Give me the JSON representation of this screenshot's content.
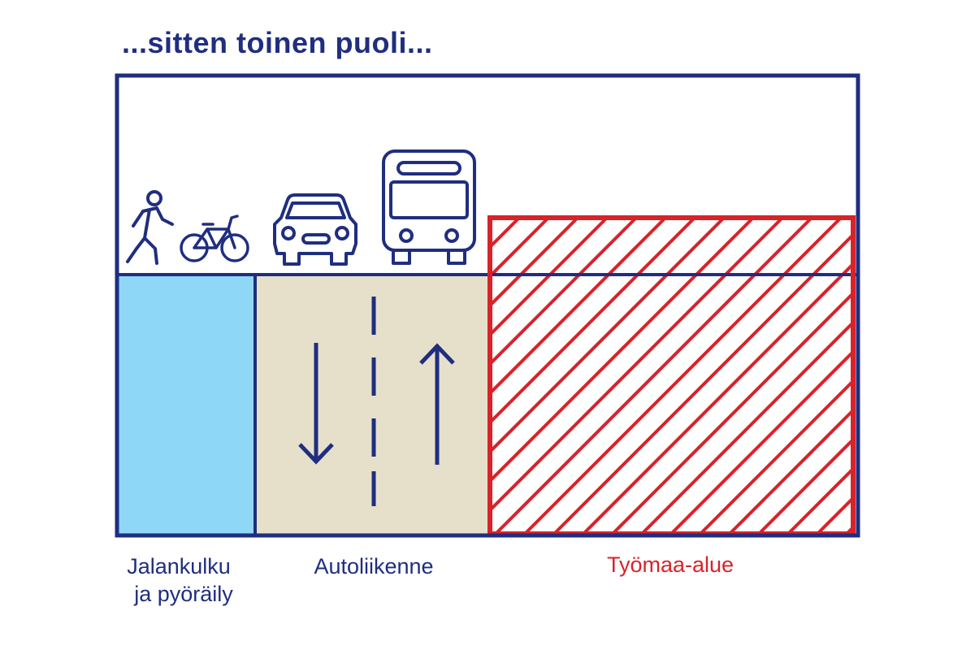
{
  "title": "...sitten toinen puoli...",
  "zones": {
    "pedestrian": {
      "label_line1": "Jalankulku",
      "label_line2": "ja pyöräily"
    },
    "traffic": {
      "label": "Autoliikenne"
    },
    "worksite": {
      "label": "Työmaa-alue"
    }
  },
  "icons": [
    "pedestrian-icon",
    "bicycle-icon",
    "car-icon",
    "bus-icon",
    "arrow-down-icon",
    "arrow-up-icon"
  ],
  "colors": {
    "navy": "#1f2e7f",
    "red": "#d8232a",
    "sidewalk": "#8fd7f6",
    "road": "#e6e0cb"
  }
}
